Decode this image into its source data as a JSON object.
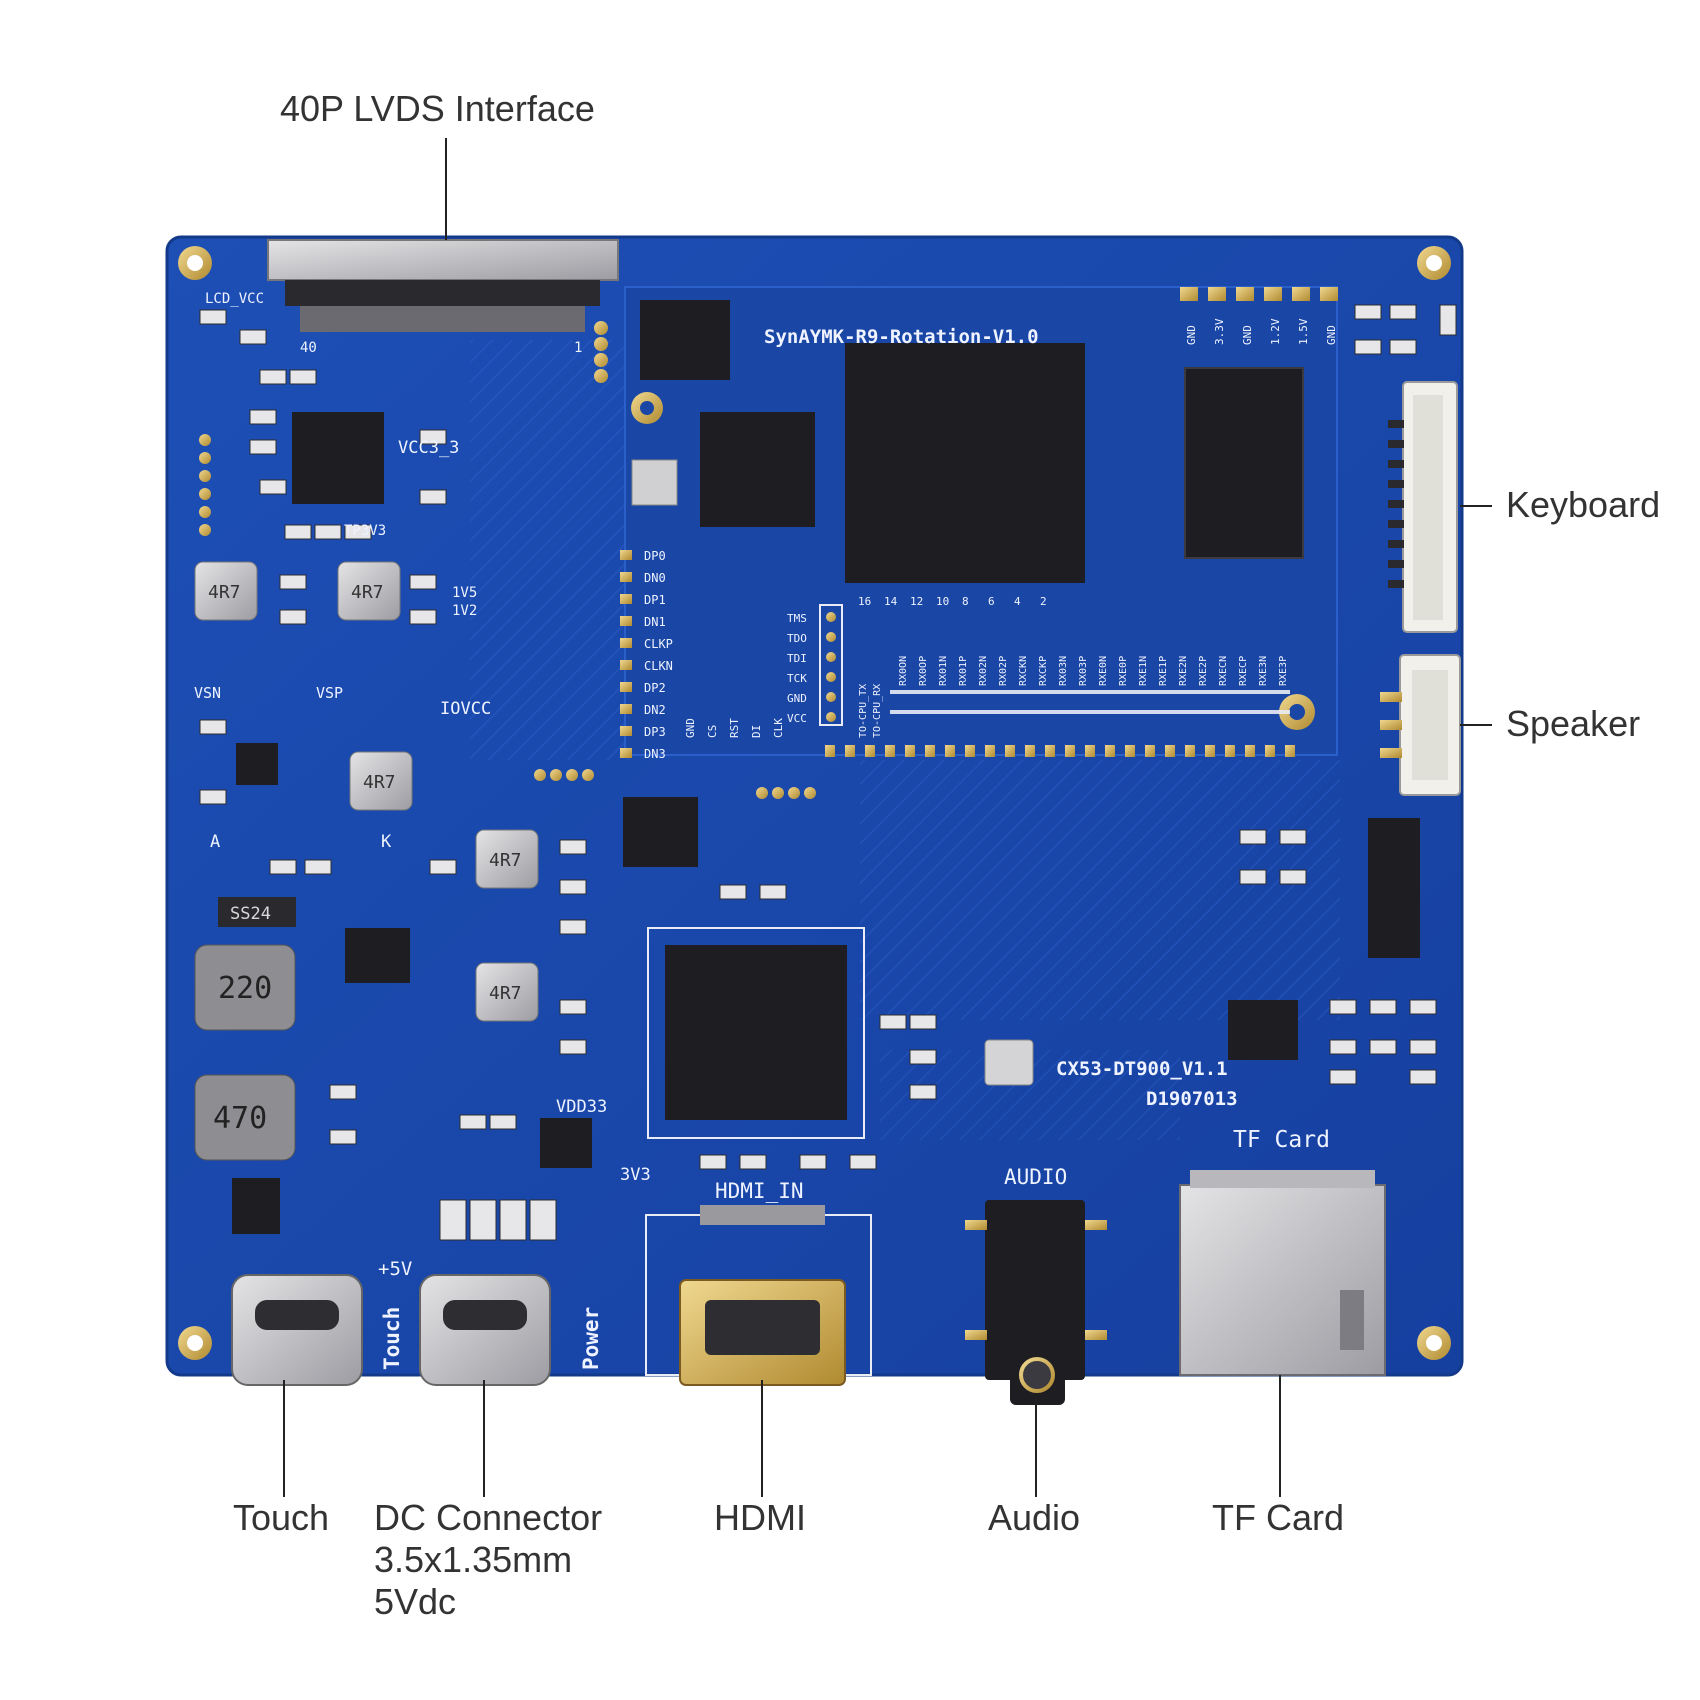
{
  "callouts": {
    "lvds": "40P LVDS Interface",
    "keyboard": "Keyboard",
    "speaker": "Speaker",
    "touch": "Touch",
    "dc_connector": [
      "DC Connector",
      "3.5x1.35mm",
      "5Vdc"
    ],
    "hdmi": "HDMI",
    "audio": "Audio",
    "tf_card": "TF Card"
  },
  "silkscreen": {
    "module_name": "SynAYMK-R9-Rotation-V1.0",
    "board_name": "CX53-DT900_V1.1",
    "board_code": "D1907013",
    "lcd_vcc": "LCD_VCC",
    "vcc3_3": "VCC3_3",
    "tp3v3": "TP3V3",
    "pin40": "40",
    "pin1": "1",
    "v1v5": "1V5",
    "v1v2": "1V2",
    "vsn": "VSN",
    "vsp": "VSP",
    "iovcc": "IOVCC",
    "a": "A",
    "k": "K",
    "vdd33": "VDD33",
    "v3v3": "3V3",
    "plus5v": "+5V",
    "touch": "Touch",
    "power": "Power",
    "hdmi_in": "HDMI_IN",
    "audio": "AUDIO",
    "tf_card": "TF Card",
    "inductor_4r7": "4R7",
    "inductor_220": "220",
    "inductor_470": "470",
    "diode_ss24": "SS24",
    "dp_pins": [
      "DP0",
      "DN0",
      "DP1",
      "DN1",
      "CLKP",
      "CLKN",
      "DP2",
      "DN2",
      "DP3",
      "DN3"
    ],
    "jtag_pins": [
      "TMS",
      "TDO",
      "TDI",
      "TCK",
      "GND",
      "VCC"
    ],
    "spi_pins": [
      "GND",
      "CS",
      "RST",
      "DI",
      "CLK"
    ],
    "uart_pins": [
      "TO-CPU_TX",
      "TO-CPU_RX"
    ],
    "rx_pins": [
      "RX0ON",
      "RX0OP",
      "RX01N",
      "RX01P",
      "RX02N",
      "RX02P",
      "RXCKN",
      "RXCKP",
      "RX03N",
      "RX03P",
      "RXE0N",
      "RXE0P",
      "RXE1N",
      "RXE1P",
      "RXE2N",
      "RXE2P",
      "RXECN",
      "RXECP",
      "RXE3N",
      "RXE3P"
    ],
    "power_rails": [
      "GND",
      "3.3V",
      "GND",
      "1.2V",
      "1.5V",
      "GND"
    ],
    "pin_numbers": [
      "16",
      "14",
      "12",
      "10",
      "8",
      "6",
      "4",
      "2"
    ]
  },
  "colors": {
    "pcb": "#1b48a8",
    "pcb_edge": "#173f95",
    "chip": "#1e1e22",
    "silver": "#c9c9cc",
    "gold": "#d8b860",
    "silkscreen": "#eef3ff",
    "text": "#333333"
  }
}
